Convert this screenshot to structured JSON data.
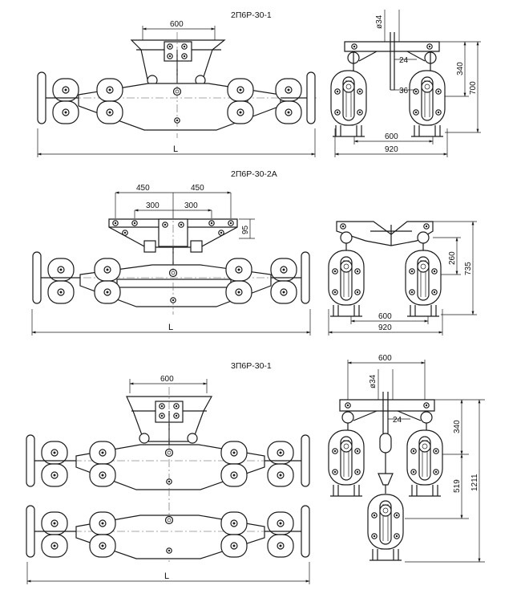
{
  "titles": {
    "a": "2П6Р-30-1",
    "b": "2П6Р-30-2А",
    "c": "3П6Р-30-1"
  },
  "dims": {
    "a_600": "600",
    "a_L": "L",
    "a_d34": "ø34",
    "a_24": "24",
    "a_340": "340",
    "a_700": "700",
    "a_36": "36",
    "a_side600": "600",
    "a_920": "920",
    "b_450a": "450",
    "b_450b": "450",
    "b_300a": "300",
    "b_300b": "300",
    "b_95": "95",
    "b_L": "L",
    "b_260": "260",
    "b_735": "735",
    "b_side600": "600",
    "b_920": "920",
    "c_600": "600",
    "c_L": "L",
    "c_top600": "600",
    "c_d34": "ø34",
    "c_24": "24",
    "c_340": "340",
    "c_519": "519",
    "c_1211": "1211"
  }
}
